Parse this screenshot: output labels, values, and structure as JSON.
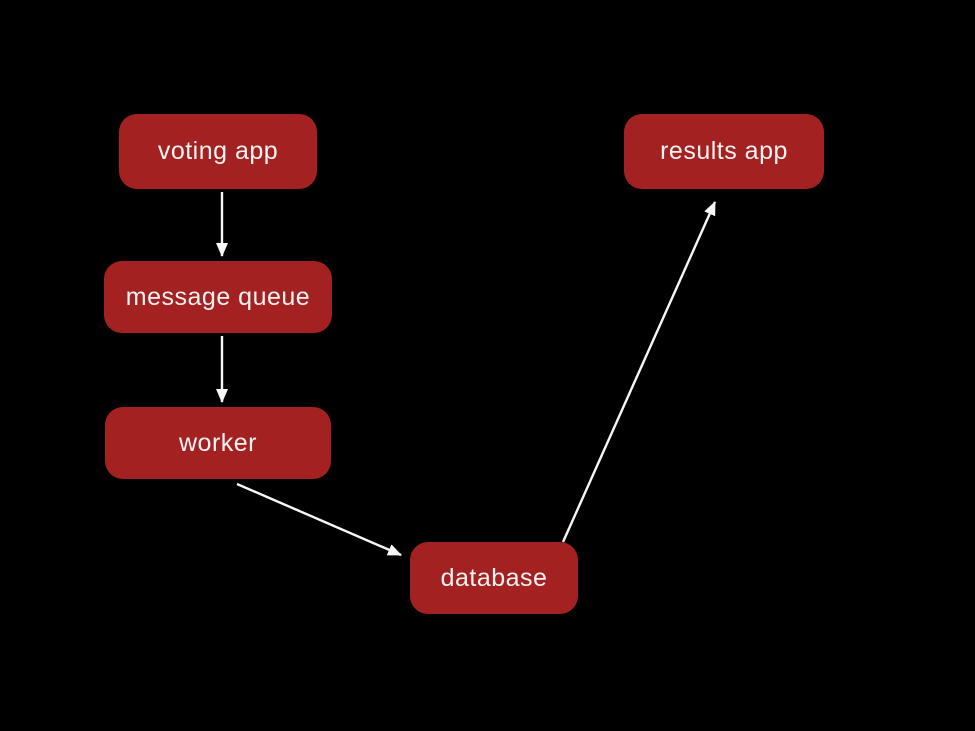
{
  "background_color": "#000000",
  "diagram": {
    "type": "flow",
    "node_fill_color": "#A32121",
    "node_text_color": "#F5F2F2",
    "arrow_color": "#F7F7F7",
    "nodes": [
      {
        "id": "voting-app",
        "label": "voting app"
      },
      {
        "id": "message-queue",
        "label": "message queue"
      },
      {
        "id": "worker",
        "label": "worker"
      },
      {
        "id": "database",
        "label": "database"
      },
      {
        "id": "results-app",
        "label": "results app"
      }
    ],
    "edges": [
      {
        "from": "voting-app",
        "to": "message-queue"
      },
      {
        "from": "message-queue",
        "to": "worker"
      },
      {
        "from": "worker",
        "to": "database"
      },
      {
        "from": "database",
        "to": "results-app"
      }
    ]
  }
}
